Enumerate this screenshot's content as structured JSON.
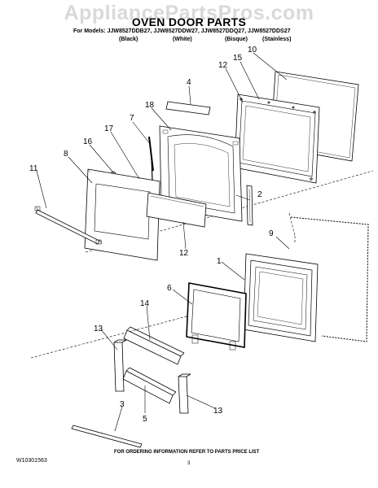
{
  "header": {
    "watermark": "AppliancePartsPros.com",
    "title": "OVEN DOOR PARTS",
    "models_line": "For Models: JJW8527DDB27, JJW8527DDW27, JJW8527DDQ27, JJW8527DDS27",
    "colors": [
      "(Black)",
      "(White)",
      "(Bisque)",
      "(Stainless)"
    ]
  },
  "callouts": {
    "c10": "10",
    "c15": "15",
    "c12a": "12",
    "c4": "4",
    "c18": "18",
    "c7": "7",
    "c17": "17",
    "c16": "16",
    "c8": "8",
    "c11": "11",
    "c2": "2",
    "c12b": "12",
    "c9": "9",
    "c1": "1",
    "c6": "6",
    "c14": "14",
    "c13a": "13",
    "c13b": "13",
    "c3": "3",
    "c5": "5"
  },
  "footer": {
    "ordering_note": "FOR ORDERING INFORMATION REFER TO PARTS PRICE LIST",
    "doc_id": "W10301563",
    "page_number": "3"
  }
}
